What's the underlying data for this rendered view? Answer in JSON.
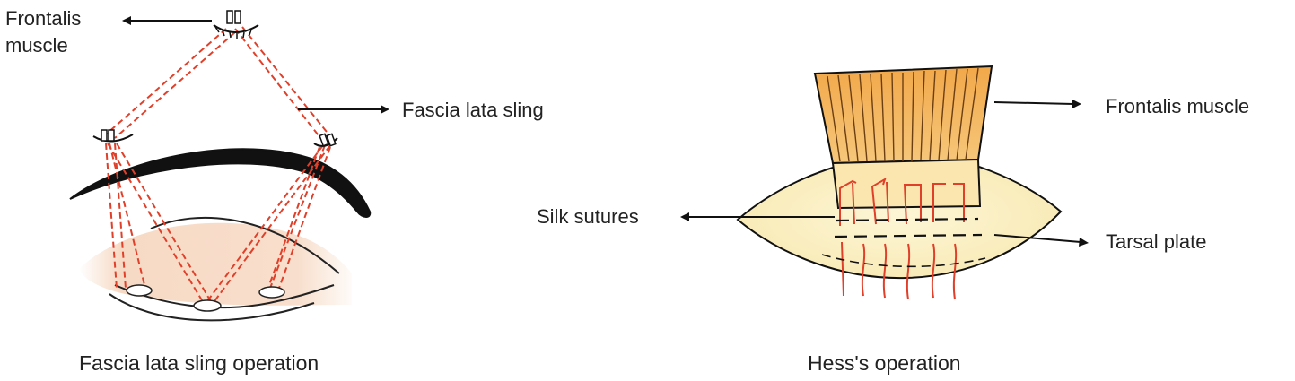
{
  "left_figure": {
    "caption": "Fascia lata sling operation",
    "labels": {
      "frontalis_line1": "Frontalis",
      "frontalis_line2": "muscle",
      "fascia_lata_sling": "Fascia lata sling"
    }
  },
  "right_figure": {
    "caption": "Hess's operation",
    "labels": {
      "frontalis_muscle": "Frontalis muscle",
      "silk_sutures": "Silk sutures",
      "tarsal_plate": "Tarsal plate"
    }
  },
  "colors": {
    "suture_red": "#e0402a",
    "muscle_orange": "#f2b35a",
    "eyelid_cream": "#fbf1c4",
    "skin_peach": "#f6d6bf",
    "ink": "#111111"
  }
}
